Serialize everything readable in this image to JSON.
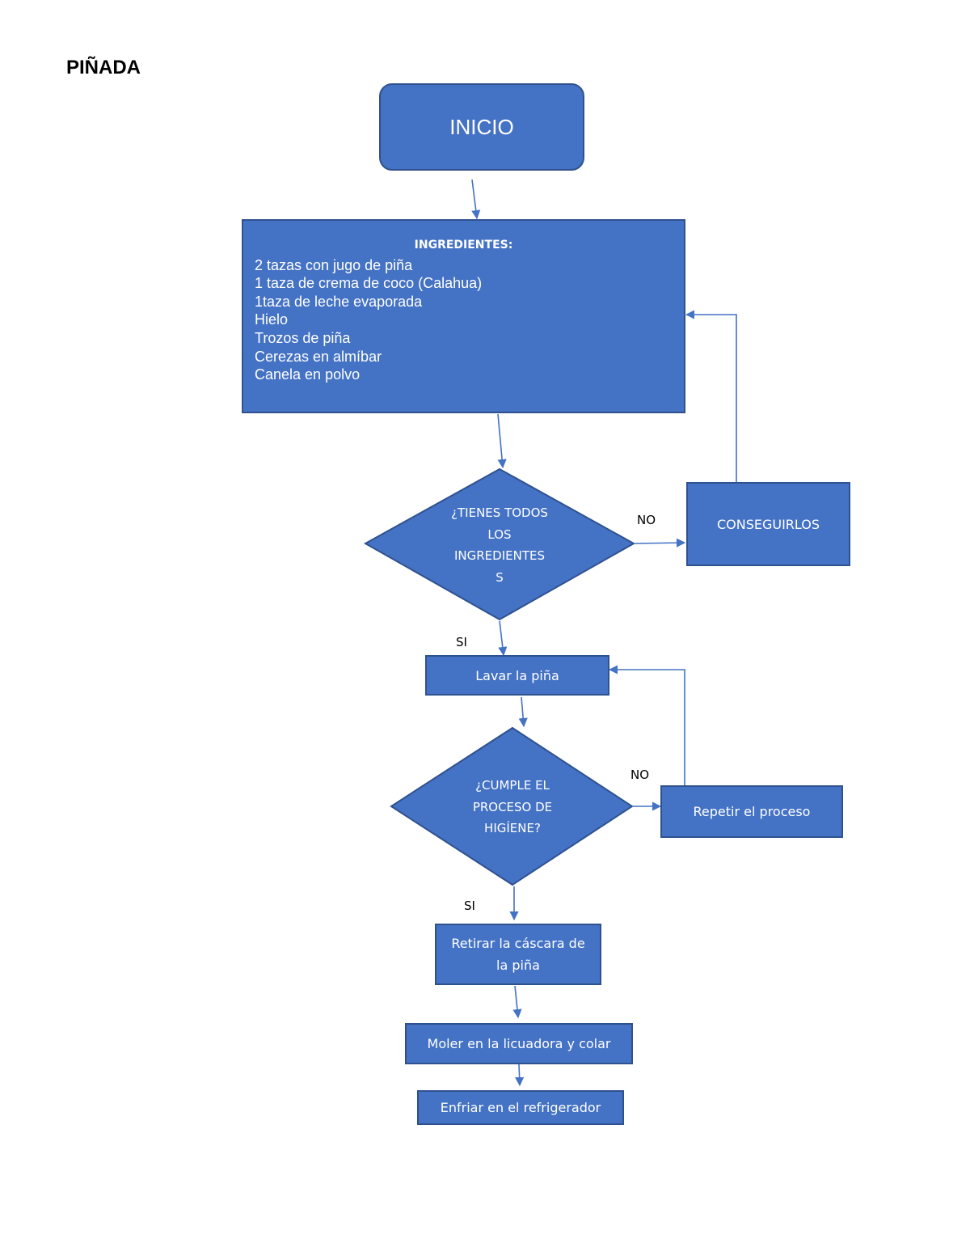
{
  "title": "PIÑADA",
  "nodes": {
    "start": "INICIO",
    "ingredients": {
      "heading": "INGREDIENTES:",
      "items": [
        "2 tazas con jugo de piña",
        "1 taza de crema de coco (Calahua)",
        "1taza de leche evaporada",
        "Hielo",
        "Trozos de piña",
        "Cerezas en almíbar",
        "Canela en polvo"
      ]
    },
    "decision_ingredients": [
      "¿TIENES TODOS",
      "LOS",
      "INGREDIENTES",
      "S"
    ],
    "get_them": "CONSEGUIRLOS",
    "wash": "Lavar la piña",
    "decision_hygiene": [
      "¿CUMPLE EL",
      "PROCESO DE",
      "HIGÍENE?"
    ],
    "repeat": "Repetir el proceso",
    "peel": "Retirar la cáscara de la piña",
    "blend": "Moler en la licuadora y colar",
    "chill": "Enfriar en el refrigerador"
  },
  "labels": {
    "no_1": "NO",
    "si_1": "SI",
    "no_2": "NO",
    "si_2": "SI"
  },
  "colors": {
    "fill": "#4472c4",
    "border": "#2f528f",
    "connector": "#4472c4"
  }
}
